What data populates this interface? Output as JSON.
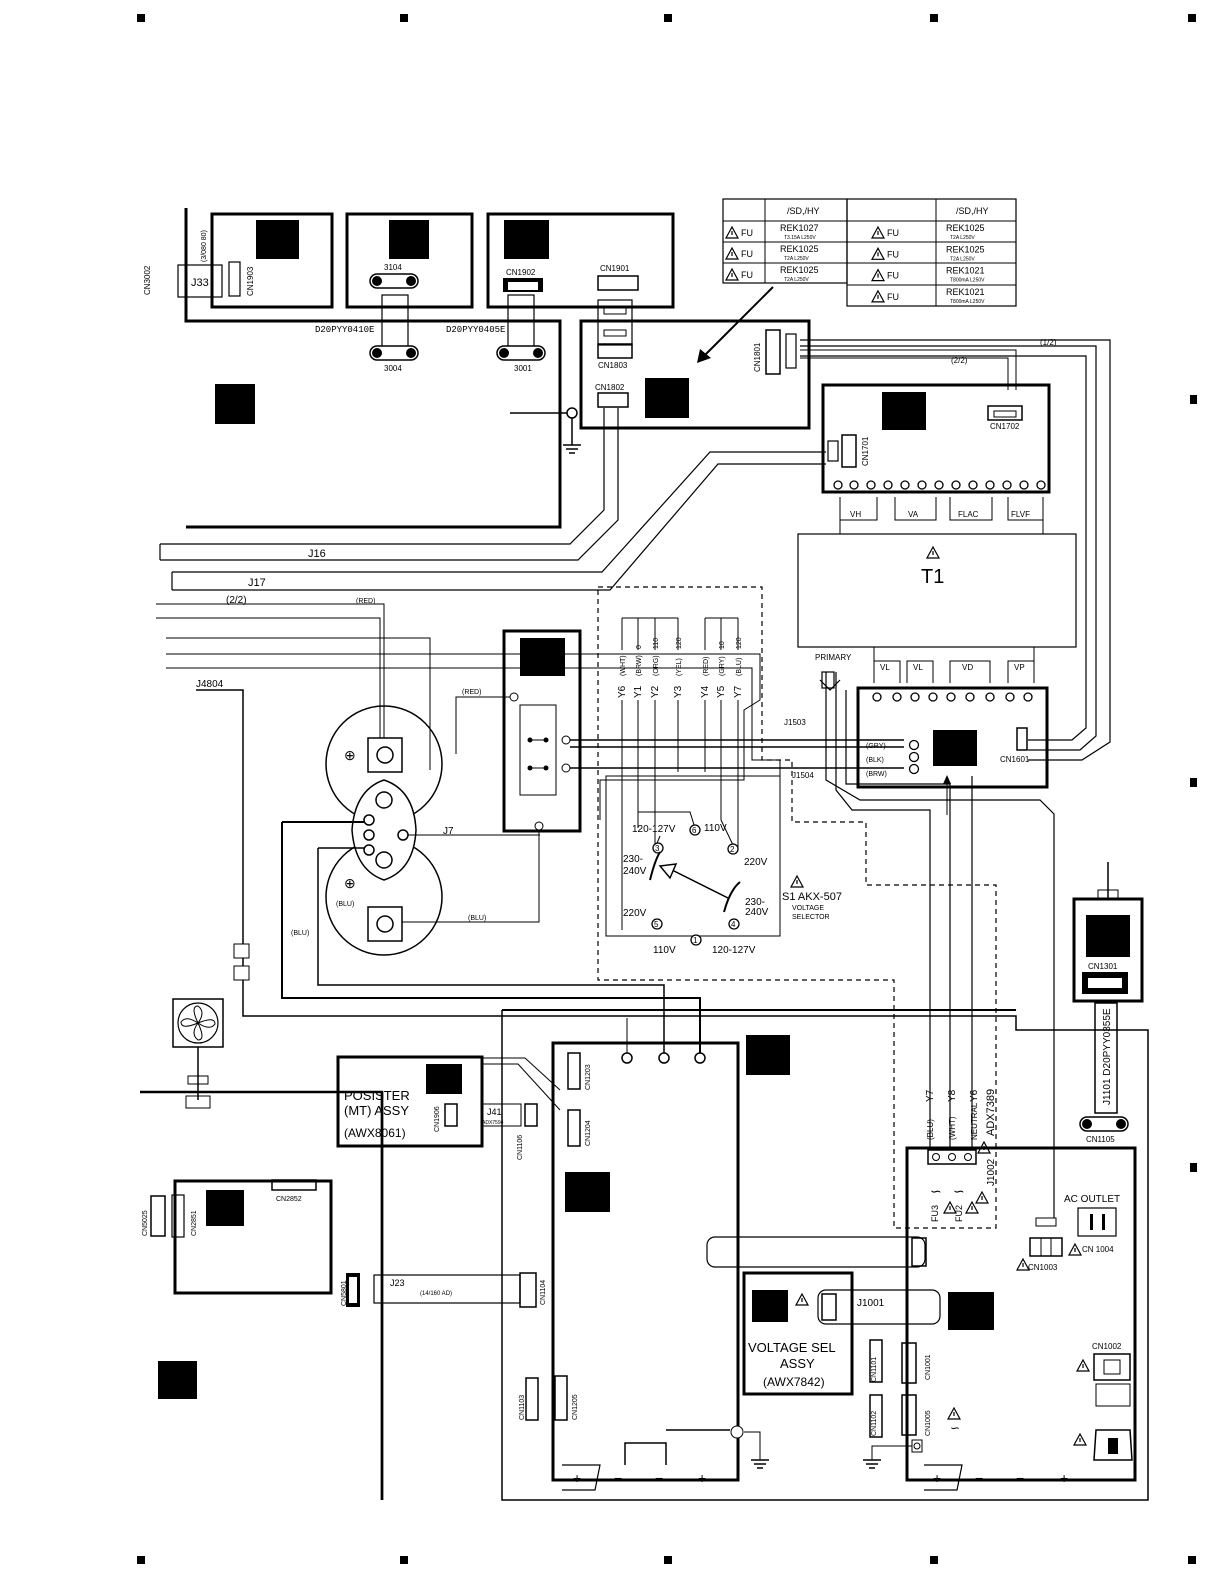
{
  "fuse_table": {
    "header_left": "/SD,/HY",
    "header_right": "/SD,/HY",
    "fu_label": "FU",
    "left": [
      {
        "part": "REK1027",
        "rating": "T3.15A L250V"
      },
      {
        "part": "REK1025",
        "rating": "T2A L250V"
      },
      {
        "part": "REK1025",
        "rating": "T2A L250V"
      }
    ],
    "right": [
      {
        "part": "REK1025",
        "rating": "T2A L250V"
      },
      {
        "part": "REK1025",
        "rating": "T2A L250V"
      },
      {
        "part": "REK1021",
        "rating": "T800mA L250V"
      },
      {
        "part": "REK1021",
        "rating": "T800mA L250V"
      }
    ]
  },
  "connectors": {
    "cn3002": "CN3002",
    "j33": "J33",
    "j33_note": "(3/080 80)",
    "cn1903": "CN1903",
    "n3104": "3104",
    "n3004": "3004",
    "n3001": "3001",
    "d20_1": "D20PYY0410E",
    "d20_2": "D20PYY0405E",
    "cn1902": "CN1902",
    "cn1901": "CN1901",
    "cn1803": "CN1803",
    "cn1802": "CN1802",
    "cn1801": "CN1801",
    "cn1702": "CN1702",
    "cn1701": "CN1701",
    "half1": "(1/2)",
    "half2": "(2/2)",
    "half3": "(2/2)",
    "j16": "J16",
    "j17": "J17",
    "red1": "(RED)",
    "red2": "(RED)",
    "j4804": "J4804",
    "j7": "J7",
    "blu1": "(BLU)",
    "blu2": "(BLU)",
    "blu3": "(BLU)",
    "j1503": "J1503",
    "j1504": "J1504",
    "gry": "(GRY)",
    "blk": "(BLK)",
    "brw": "(BRW)",
    "cn1601": "CN1601",
    "primary": "PRIMARY",
    "cn1301": "CN1301",
    "j1101": "J1101 D20PYY0355E",
    "cn1105": "CN1105",
    "posister_1": "POSISTER",
    "posister_2": "(MT) ASSY",
    "posister_3": "(AWX8061)",
    "cn1906": "CN1906",
    "j41": "J41",
    "j41_sub": "ADX7594",
    "cn1106": "CN1106",
    "cn1203": "CN1203",
    "cn1204": "CN1204",
    "cn5025": "CN5025",
    "cn2851": "CN2851",
    "cn2852": "CN2852",
    "cn5801": "CN5801",
    "j23": "J23",
    "j23_note": "(14/160 AD)",
    "cn1104": "CN1104",
    "cn1103": "CN1103",
    "cn1205": "CN1205",
    "vsel_1": "VOLTAGE SEL",
    "vsel_2": "ASSY",
    "vsel_3": "(AWX7842)",
    "j1001": "J1001",
    "cn1101": "CN1101",
    "cn1001": "CN1001",
    "cn1102": "CN1102",
    "cn1005": "CN1005",
    "y7": "Y7",
    "y8": "Y8",
    "y6": "Y6",
    "blu_w": "(BLU)",
    "wht_w": "(WHT)",
    "neutral": "NEUTRAL",
    "adx": "ADX7389",
    "j1002": "J1002",
    "fu3": "FU3",
    "fu2": "FU2",
    "ac_outlet": "AC OUTLET",
    "cn1004": "CN 1004",
    "cn1003": "CN1003",
    "cn1002": "CN1002"
  },
  "transformer": {
    "name": "T1",
    "secondaries": [
      "VH",
      "VA",
      "FLAC",
      "FLVF"
    ],
    "primaries": [
      "VL",
      "VL",
      "VD",
      "VP"
    ]
  },
  "selector_wires": [
    {
      "code": "Y6",
      "color": "(WHT)",
      "tap": ""
    },
    {
      "code": "Y1",
      "color": "(BRW)",
      "tap": "0"
    },
    {
      "code": "Y2",
      "color": "(ORG)",
      "tap": "110"
    },
    {
      "code": "Y3",
      "color": "(YEL)",
      "tap": "120"
    },
    {
      "code": "Y4",
      "color": "(RED)",
      "tap": ""
    },
    {
      "code": "Y5",
      "color": "(GRY)",
      "tap": "10"
    },
    {
      "code": "Y7",
      "color": "(BLU)",
      "tap": "120"
    }
  ],
  "voltage_selector": {
    "name": "S1 AKX-507",
    "sub1": "VOLTAGE",
    "sub2": "SELECTOR",
    "pins": [
      "1",
      "2",
      "3",
      "4",
      "5",
      "6"
    ],
    "v120_127_a": "120-127V",
    "v110_a": "110V",
    "v230_240_a": "230-",
    "v230_240_b": "240V",
    "v220_a": "220V",
    "v230_240_c": "230-",
    "v230_240_d": "240V",
    "v220_b": "220V",
    "v110_b": "110V",
    "v120_127_b": "120-127V"
  },
  "bottom_terminals": [
    "+",
    "−",
    "−",
    "+"
  ]
}
